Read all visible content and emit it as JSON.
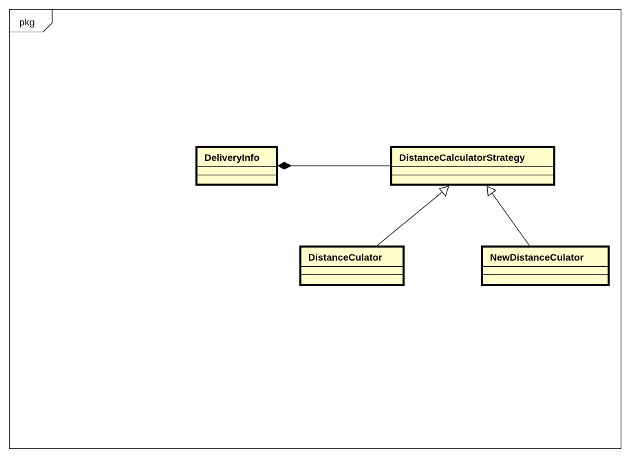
{
  "frame": {
    "label": "pkg"
  },
  "classes": {
    "delivery_info": {
      "name": "DeliveryInfo"
    },
    "strategy": {
      "name": "DistanceCalculatorStrategy"
    },
    "distance_culator": {
      "name": "DistanceCulator"
    },
    "new_distance_culator": {
      "name": "NewDistanceCulator"
    }
  },
  "relations": [
    {
      "type": "composition",
      "from": "DeliveryInfo",
      "to": "DistanceCalculatorStrategy"
    },
    {
      "type": "generalization",
      "from": "DistanceCulator",
      "to": "DistanceCalculatorStrategy"
    },
    {
      "type": "generalization",
      "from": "NewDistanceCulator",
      "to": "DistanceCalculatorStrategy"
    }
  ],
  "colors": {
    "class_fill": "#ffffcc",
    "line": "#000000"
  }
}
